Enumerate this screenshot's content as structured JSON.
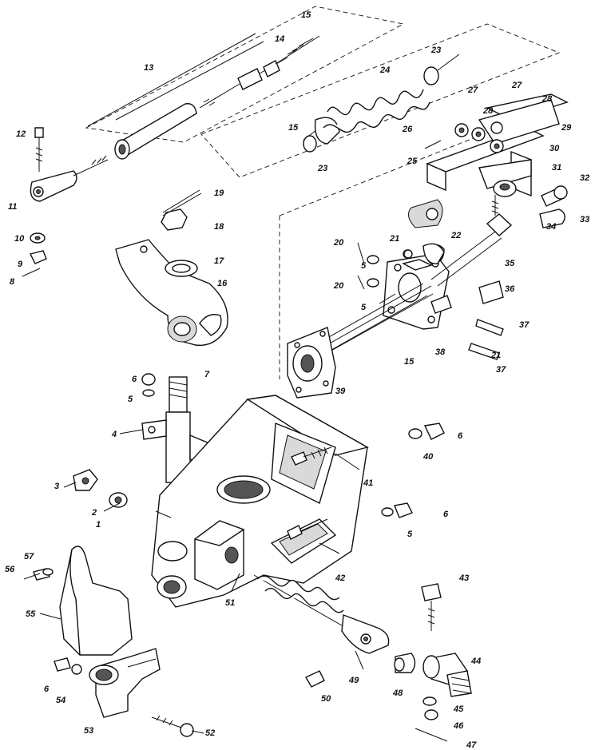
{
  "callouts": [
    {
      "id": "c1",
      "text": "1"
    },
    {
      "id": "c2",
      "text": "2"
    },
    {
      "id": "c3",
      "text": "3"
    },
    {
      "id": "c4",
      "text": "4"
    },
    {
      "id": "c5a",
      "text": "5"
    },
    {
      "id": "c5b",
      "text": "5"
    },
    {
      "id": "c5c",
      "text": "5"
    },
    {
      "id": "c5d",
      "text": "5"
    },
    {
      "id": "c6a",
      "text": "6"
    },
    {
      "id": "c6b",
      "text": "6"
    },
    {
      "id": "c6c",
      "text": "6"
    },
    {
      "id": "c6d",
      "text": "6"
    },
    {
      "id": "c7",
      "text": "7"
    },
    {
      "id": "c8",
      "text": "8"
    },
    {
      "id": "c9",
      "text": "9"
    },
    {
      "id": "c10",
      "text": "10"
    },
    {
      "id": "c11",
      "text": "11"
    },
    {
      "id": "c12",
      "text": "12"
    },
    {
      "id": "c13",
      "text": "13"
    },
    {
      "id": "c14",
      "text": "14"
    },
    {
      "id": "c15a",
      "text": "15"
    },
    {
      "id": "c15b",
      "text": "15"
    },
    {
      "id": "c15c",
      "text": "15"
    },
    {
      "id": "c16",
      "text": "16"
    },
    {
      "id": "c17",
      "text": "17"
    },
    {
      "id": "c18",
      "text": "18"
    },
    {
      "id": "c19",
      "text": "19"
    },
    {
      "id": "c20a",
      "text": "20"
    },
    {
      "id": "c20b",
      "text": "20"
    },
    {
      "id": "c21a",
      "text": "21"
    },
    {
      "id": "c21b",
      "text": "21"
    },
    {
      "id": "c22",
      "text": "22"
    },
    {
      "id": "c23a",
      "text": "23"
    },
    {
      "id": "c23b",
      "text": "23"
    },
    {
      "id": "c24",
      "text": "24"
    },
    {
      "id": "c25",
      "text": "25"
    },
    {
      "id": "c26",
      "text": "26"
    },
    {
      "id": "c27a",
      "text": "27"
    },
    {
      "id": "c27b",
      "text": "27"
    },
    {
      "id": "c28a",
      "text": "28"
    },
    {
      "id": "c28b",
      "text": "28"
    },
    {
      "id": "c29",
      "text": "29"
    },
    {
      "id": "c30",
      "text": "30"
    },
    {
      "id": "c31",
      "text": "31"
    },
    {
      "id": "c32",
      "text": "32"
    },
    {
      "id": "c33",
      "text": "33"
    },
    {
      "id": "c34",
      "text": "34"
    },
    {
      "id": "c35",
      "text": "35"
    },
    {
      "id": "c36",
      "text": "36"
    },
    {
      "id": "c37a",
      "text": "37"
    },
    {
      "id": "c37b",
      "text": "37"
    },
    {
      "id": "c38",
      "text": "38"
    },
    {
      "id": "c39",
      "text": "39"
    },
    {
      "id": "c40",
      "text": "40"
    },
    {
      "id": "c41",
      "text": "41"
    },
    {
      "id": "c42",
      "text": "42"
    },
    {
      "id": "c43",
      "text": "43"
    },
    {
      "id": "c44",
      "text": "44"
    },
    {
      "id": "c45",
      "text": "45"
    },
    {
      "id": "c46",
      "text": "46"
    },
    {
      "id": "c47",
      "text": "47"
    },
    {
      "id": "c48",
      "text": "48"
    },
    {
      "id": "c49",
      "text": "49"
    },
    {
      "id": "c50",
      "text": "50"
    },
    {
      "id": "c51",
      "text": "51"
    },
    {
      "id": "c52",
      "text": "52"
    },
    {
      "id": "c53",
      "text": "53"
    },
    {
      "id": "c54",
      "text": "54"
    },
    {
      "id": "c55",
      "text": "55"
    },
    {
      "id": "c56",
      "text": "56"
    },
    {
      "id": "c57",
      "text": "57"
    }
  ]
}
